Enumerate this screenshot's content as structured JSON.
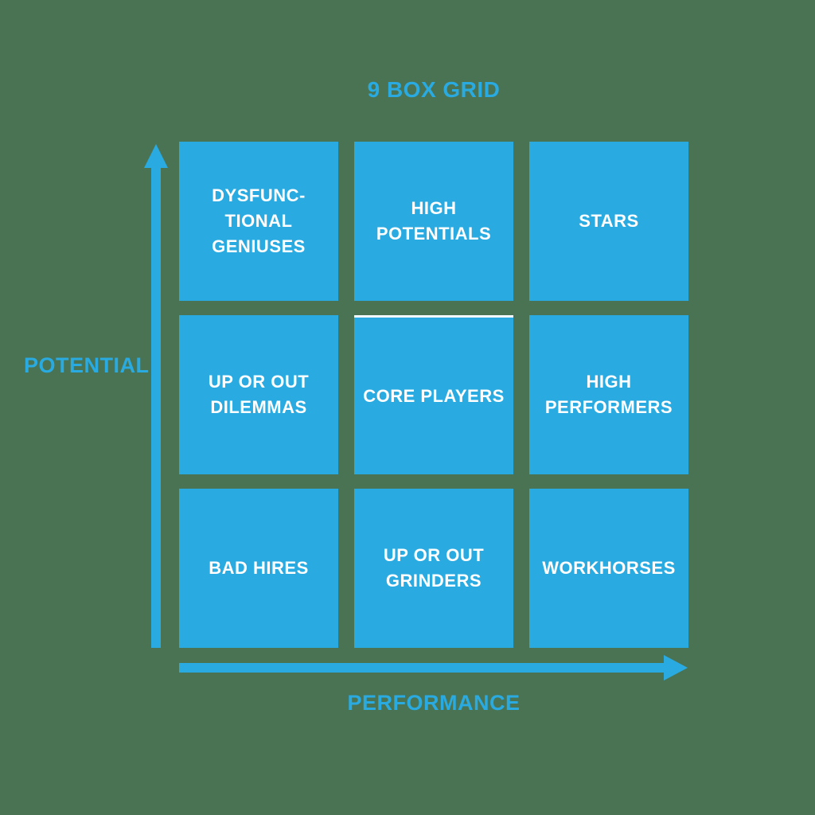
{
  "title": "9 BOX GRID",
  "axes": {
    "y_label": "POTENTIAL",
    "x_label": "PERFORMANCE"
  },
  "grid": {
    "boxes": [
      {
        "id": "dysfunctional-geniuses",
        "label": "DYSFUNC-\nTIONAL\nGENIUSES",
        "row": "high potential",
        "col": "low performance"
      },
      {
        "id": "high-potentials",
        "label": "HIGH\nPOTENTIALS",
        "row": "high potential",
        "col": "medium performance"
      },
      {
        "id": "stars",
        "label": "STARS",
        "row": "high potential",
        "col": "high performance"
      },
      {
        "id": "up-or-out-dilemmas",
        "label": "UP OR OUT\nDILEMMAS",
        "row": "medium potential",
        "col": "low performance"
      },
      {
        "id": "core-players",
        "label": "CORE PLAYERS",
        "row": "medium potential",
        "col": "medium performance"
      },
      {
        "id": "high-performers",
        "label": "HIGH\nPERFORMERS",
        "row": "medium potential",
        "col": "high performance"
      },
      {
        "id": "bad-hires",
        "label": "BAD HIRES",
        "row": "low potential",
        "col": "low performance"
      },
      {
        "id": "up-or-out-grinders",
        "label": "UP OR OUT\nGRINDERS",
        "row": "low potential",
        "col": "medium performance"
      },
      {
        "id": "workhorses",
        "label": "WORKHORSES",
        "row": "low potential",
        "col": "high performance"
      }
    ]
  },
  "colors": {
    "accent_blue": "#29ABE2",
    "background_green": "#4A7353",
    "box_text": "#FFFFFF"
  }
}
